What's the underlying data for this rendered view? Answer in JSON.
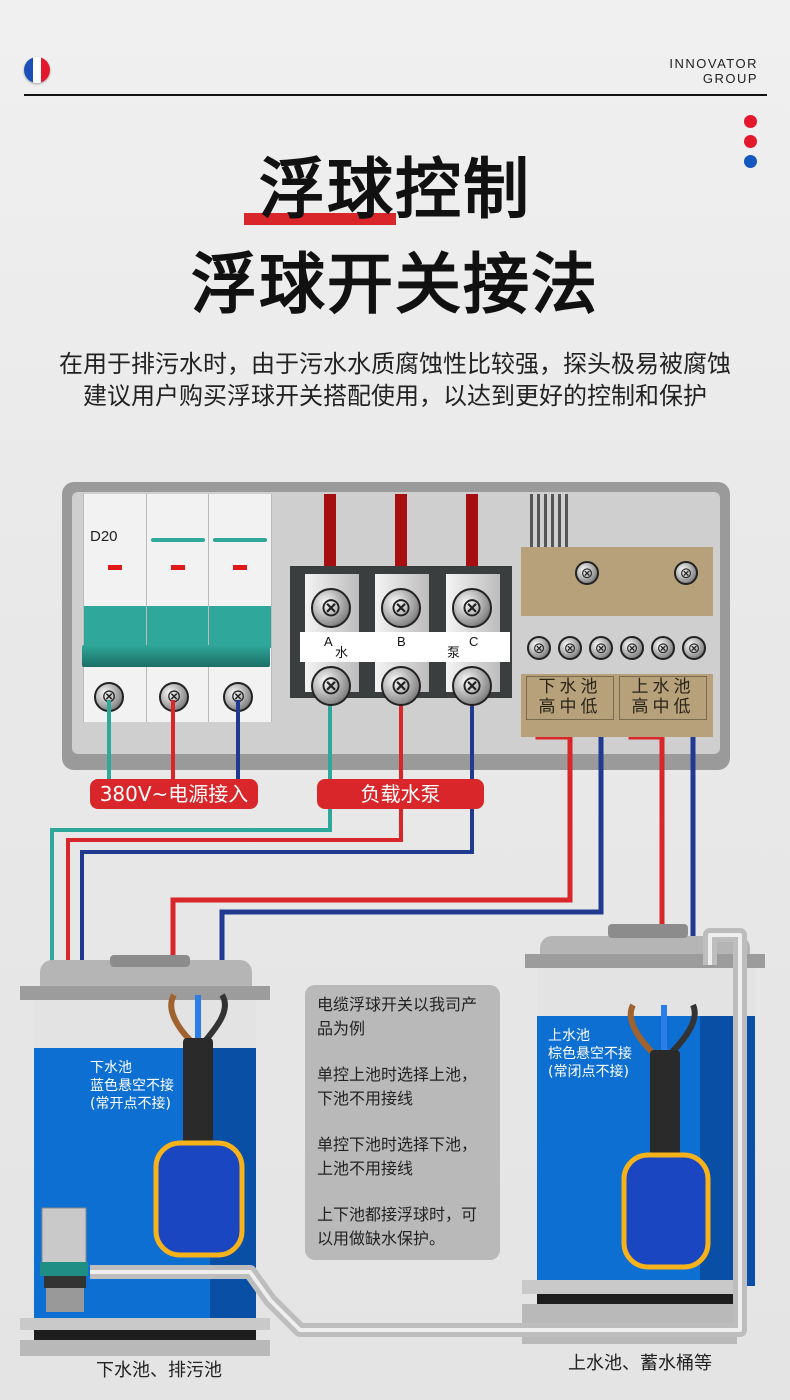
{
  "header": {
    "flag_icon": "france-flag-icon",
    "flag_colors": [
      "#1d4fb8",
      "#ffffff",
      "#e3182d"
    ],
    "brand_line1": "INNOVATOR",
    "brand_line2": "GROUP",
    "dot_colors": [
      "#e3182d",
      "#e3182d",
      "#1558c0"
    ]
  },
  "title": {
    "line1": "浮球控制",
    "line2": "浮球开关接法",
    "accent": "#d8262a"
  },
  "intro": {
    "line1": "在用于排污水时，由于污水水质腐蚀性比较强，探头极易被腐蚀",
    "line2": "建议用户购买浮球开关搭配使用，以达到更好的控制和保护"
  },
  "panel": {
    "breaker_rating": "D20",
    "terminal_labels": [
      "A",
      "B",
      "C"
    ],
    "terminal_sublabels": [
      "水",
      "",
      "泵"
    ],
    "controller": {
      "lower_pool": {
        "title": "下水池",
        "levels": "高中低"
      },
      "upper_pool": {
        "title": "上水池",
        "levels": "高中低"
      }
    }
  },
  "labels": {
    "power_input": "380V~电源接入",
    "load_pump": "负载水泵"
  },
  "wire_colors": {
    "teal": "#2fa79a",
    "red": "#d8262a",
    "blue": "#1f3a8f"
  },
  "lower_tank": {
    "line1": "下水池",
    "line2": "蓝色悬空不接",
    "line3": "(常开点不接)",
    "caption": "下水池、排污池"
  },
  "upper_tank": {
    "line1": "上水池",
    "line2": "棕色悬空不接",
    "line3": "(常闭点不接)",
    "caption": "上水池、蓄水桶等"
  },
  "note": {
    "p1": "电缆浮球开关以我司产品为例",
    "p2": "单控上池时选择上池，下池不用接线",
    "p3": "单控下池时选择下池，上池不用接线",
    "p4": "上下池都接浮球时，可以用做缺水保护。"
  },
  "screw_glyph": "⊗"
}
